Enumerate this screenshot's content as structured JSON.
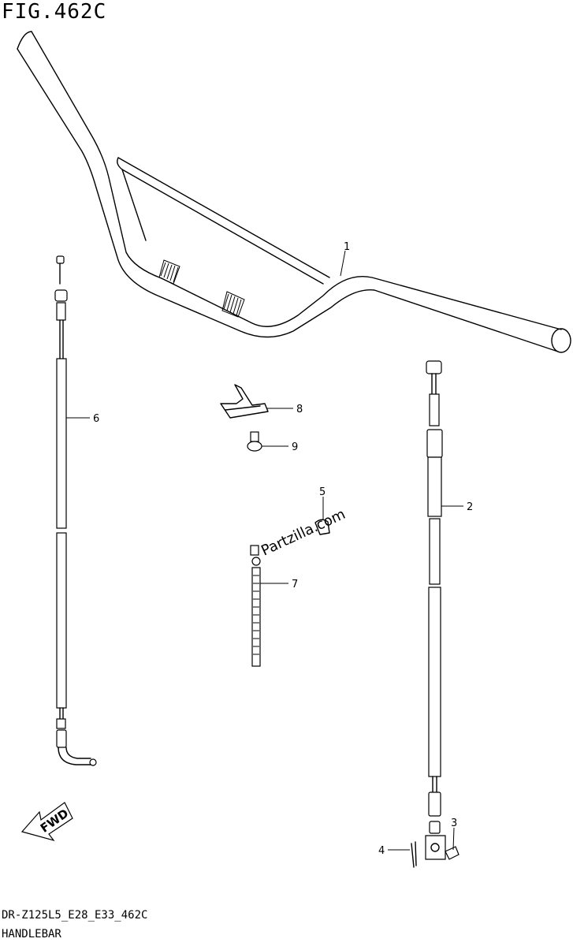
{
  "figure": {
    "title": "FIG.462C",
    "code": "DR-Z125L5_E28_E33_462C",
    "section": "HANDLEBAR"
  },
  "parts": [
    {
      "id": "part-1",
      "number": "1"
    },
    {
      "id": "part-2",
      "number": "2"
    },
    {
      "id": "part-3",
      "number": "3"
    },
    {
      "id": "part-4",
      "number": "4"
    },
    {
      "id": "part-5",
      "number": "5"
    },
    {
      "id": "part-6",
      "number": "6"
    },
    {
      "id": "part-7",
      "number": "7"
    },
    {
      "id": "part-8",
      "number": "8"
    },
    {
      "id": "part-9",
      "number": "9"
    }
  ],
  "watermark": "Partzilla.com",
  "direction_arrow": {
    "label": "FWD"
  }
}
